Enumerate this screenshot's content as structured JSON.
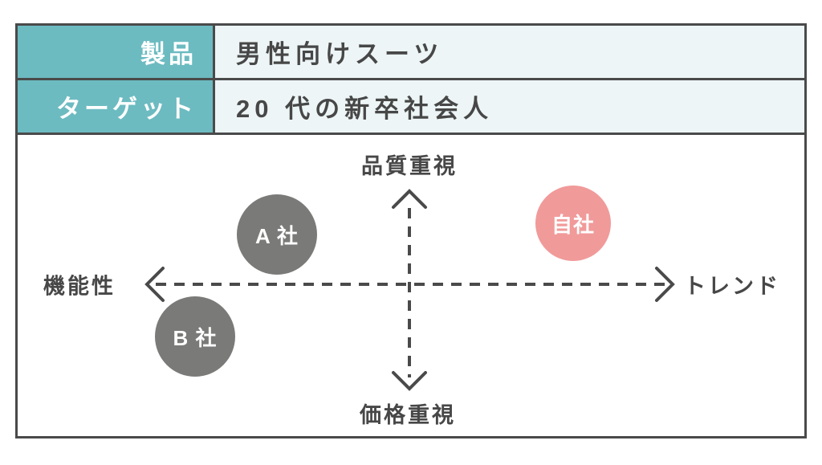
{
  "table": {
    "rows": [
      {
        "label": "製品",
        "value": "男性向けスーツ"
      },
      {
        "label": "ターゲット",
        "value": "20 代の新卒社会人"
      }
    ]
  },
  "map": {
    "axis_top_label": "品質重視",
    "axis_bottom_label": "価格重視",
    "axis_left_label": "機能性",
    "axis_right_label": "トレンド",
    "points": [
      {
        "label": "A 社",
        "quadrant": "upper-left",
        "color": "#7a7a78"
      },
      {
        "label": "B 社",
        "quadrant": "lower-left",
        "color": "#7a7a78"
      },
      {
        "label": "自社",
        "quadrant": "upper-right",
        "color": "#f19a9a"
      }
    ]
  },
  "colors": {
    "header_label_bg": "#6cbbc1",
    "header_label_text": "#ffffff",
    "header_value_bg": "#edf5f6",
    "text_dark": "#474747",
    "border_and_axes": "#4a4a4a",
    "competitor_circle": "#7a7a78",
    "own_circle": "#f19a9a",
    "circle_text": "#ffffff",
    "background": "#ffffff"
  }
}
